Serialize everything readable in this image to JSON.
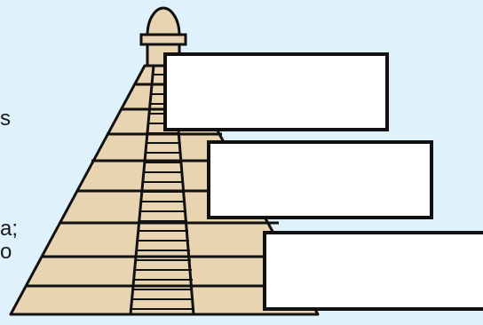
{
  "diagram": {
    "partial_text": [
      {
        "id": "edge-text-1",
        "text": "s"
      },
      {
        "id": "edge-text-2",
        "text": "a;"
      },
      {
        "id": "edge-text-3",
        "text": "o"
      }
    ],
    "boxes": [
      {
        "id": "box-1",
        "text": ""
      },
      {
        "id": "box-2",
        "text": ""
      },
      {
        "id": "box-3",
        "text": ""
      }
    ],
    "colors": {
      "background": "#dff1fb",
      "pyramid_fill": "#e9d4b2",
      "outline": "#111111",
      "box_fill": "#ffffff"
    }
  }
}
